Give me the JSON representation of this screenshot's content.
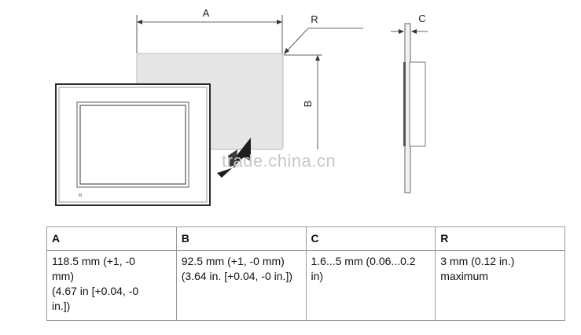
{
  "diagram": {
    "labels": {
      "A": "A",
      "B": "B",
      "C": "C",
      "R": "R"
    },
    "watermark": "trade.china.cn"
  },
  "table": {
    "headers": [
      "A",
      "B",
      "C",
      "R"
    ],
    "rows": [
      [
        [
          "118.5 mm (+1, -0",
          "mm)",
          "(4.67 in [+0.04, -0",
          "in.])"
        ],
        [
          "92.5 mm (+1, -0 mm)",
          "(3.64 in. [+0.04, -0 in.])"
        ],
        [
          "1.6...5 mm (0.06...0.2",
          "in)"
        ],
        [
          "3 mm (0.12 in.)",
          "maximum"
        ]
      ]
    ]
  }
}
